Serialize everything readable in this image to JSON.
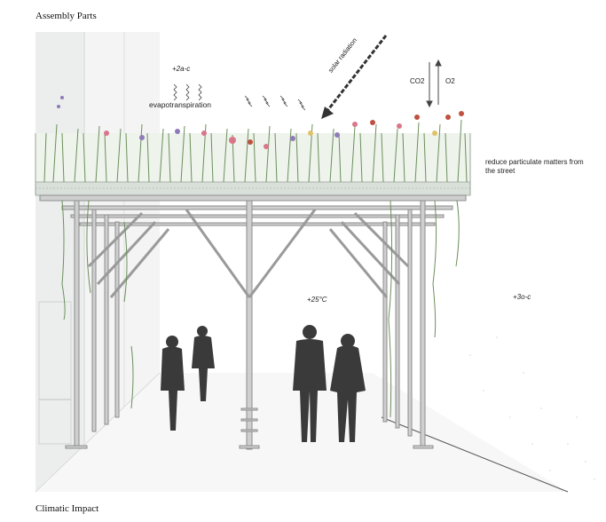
{
  "headings": {
    "top": "Assembly Parts",
    "bottom": "Climatic Impact"
  },
  "annotations": {
    "temp_top": "+2a-c",
    "evapotranspiration": "evapotranspiration",
    "solar_radiation": "solar radiation",
    "co2": "CO2",
    "o2": "O2",
    "particulate": "reduce particulate matters from the street",
    "temp_under": "+25°C",
    "temp_street": "+3o-c"
  },
  "colors": {
    "steel": "#cfcfcf",
    "steel_edge": "#8d8d8d",
    "foliage": "#6b8f5c",
    "flower_pink": "#d9778a",
    "flower_purple": "#8e7bb8",
    "flower_red": "#c0503f",
    "silhouette": "#3a3a3a",
    "arrow": "#333333"
  }
}
